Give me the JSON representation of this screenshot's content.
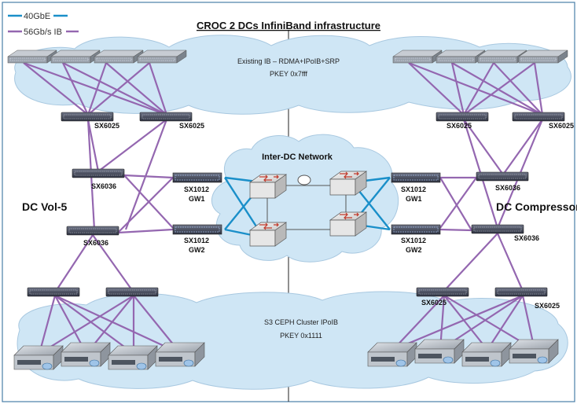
{
  "title": "CROC 2 DCs InfiniBand infrastructure",
  "legend": [
    {
      "label": "40GbE",
      "color": "#1a8fc9"
    },
    {
      "label": "56Gb/s IB",
      "color": "#9467b0"
    }
  ],
  "clouds": {
    "top": {
      "line1": "Existing IB – RDMA+IPoIB+SRP",
      "line2": "PKEY 0x7fff"
    },
    "middle": {
      "line1": "Inter-DC Network"
    },
    "bottom": {
      "line1": "S3 CEPH Cluster IPoIB",
      "line2": "PKEY 0x1111"
    }
  },
  "sites": {
    "left": "DC Vol-5",
    "right": "DC Compressor"
  },
  "switch_labels": {
    "sx6025": "SX6025",
    "sx6036": "SX6036",
    "sx1012": "SX1012",
    "gw1": "GW1",
    "gw2": "GW2"
  },
  "colors": {
    "ib": "#9467b0",
    "eth": "#1a8fc9",
    "cloud": "#cfe6f5",
    "cloud_edge": "#a8c8e0"
  }
}
